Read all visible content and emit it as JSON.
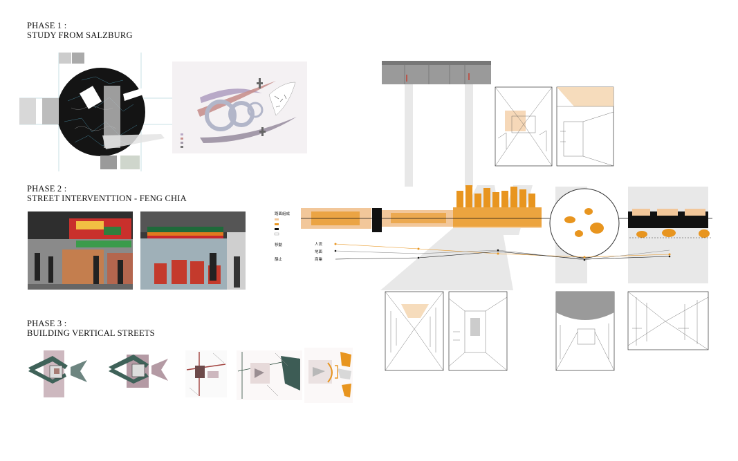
{
  "phases": [
    {
      "line1": "PHASE 1 :",
      "line2": "STUDY FROM SALZBURG"
    },
    {
      "line1": "PHASE 2 :",
      "line2": "STREET INTERVENTTION - FENG CHIA"
    },
    {
      "line1": "PHASE 3 :",
      "line2": "BUILDING VERTICAL STREETS"
    }
  ],
  "salzburg_legend": [
    "",
    "",
    "",
    ""
  ],
  "section_legend": {
    "title": "路面組成",
    "items": [
      "",
      "",
      "",
      ""
    ]
  },
  "flow_rows": {
    "left": [
      "移動",
      "",
      "靜止"
    ],
    "right": [
      "人流",
      "地面",
      "商業"
    ]
  },
  "colors": {
    "accent_orange": "#e8951f",
    "light_orange": "#f6d3a6",
    "grey_band": "#e6e6e6",
    "dark": "#1a1a1a",
    "mauve": "#b49aa4",
    "teal": "#3d5c55"
  }
}
